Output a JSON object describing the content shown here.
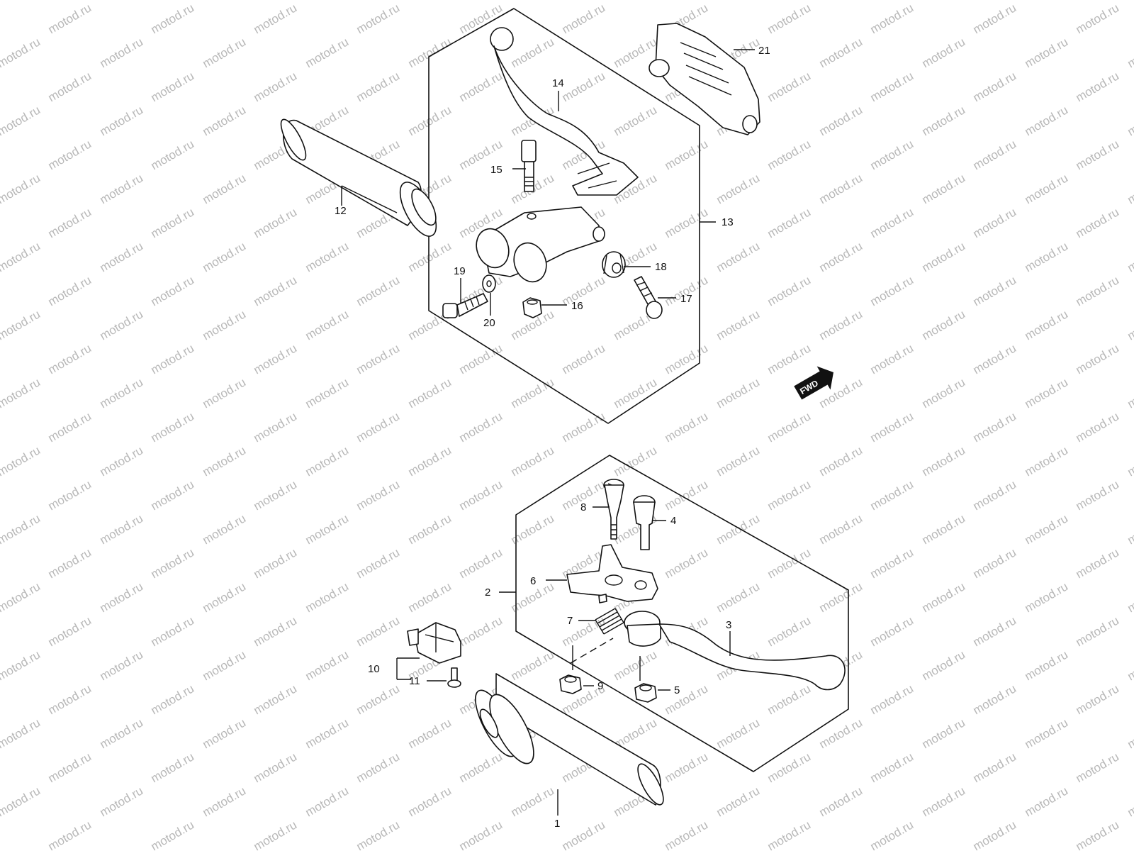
{
  "watermark": {
    "text": "motod.ru",
    "color": "#b8b8b8"
  },
  "fwd_badge": {
    "label": "FWD"
  },
  "callouts": {
    "p1": "1",
    "p2": "2",
    "p3": "3",
    "p4": "4",
    "p5": "5",
    "p6": "6",
    "p7": "7",
    "p8": "8",
    "p9": "9",
    "p10": "10",
    "p11": "11",
    "p12": "12",
    "p13": "13",
    "p14": "14",
    "p15": "15",
    "p16": "16",
    "p17": "17",
    "p18": "18",
    "p19": "19",
    "p20": "20",
    "p21": "21"
  },
  "colors": {
    "line": "#111111",
    "fill": "#ffffff",
    "shade": "#d9d9d9"
  }
}
